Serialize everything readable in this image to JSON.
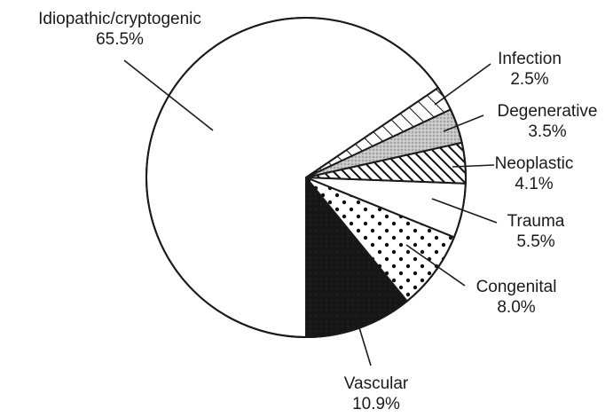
{
  "chart_data": {
    "type": "pie",
    "title": "",
    "start": "counterclockwise from top, Vascular starting at 12 o'clock going clockwise",
    "slices": [
      {
        "label": "Idiopathic/cryptogenic",
        "value_text": "65.5%",
        "value": 65.5,
        "pattern": "white"
      },
      {
        "label": "Infection",
        "value_text": "2.5%",
        "value": 2.5,
        "pattern": "diagonal-hatch"
      },
      {
        "label": "Degenerative",
        "value_text": "3.5%",
        "value": 3.5,
        "pattern": "light-gray-stipple"
      },
      {
        "label": "Neoplastic",
        "value_text": "4.1%",
        "value": 4.1,
        "pattern": "dense-diagonal-hatch"
      },
      {
        "label": "Trauma",
        "value_text": "5.5%",
        "value": 5.5,
        "pattern": "white"
      },
      {
        "label": "Congenital",
        "value_text": "8.0%",
        "value": 8.0,
        "pattern": "dotted"
      },
      {
        "label": "Vascular",
        "value_text": "10.9%",
        "value": 10.9,
        "pattern": "black"
      }
    ]
  }
}
